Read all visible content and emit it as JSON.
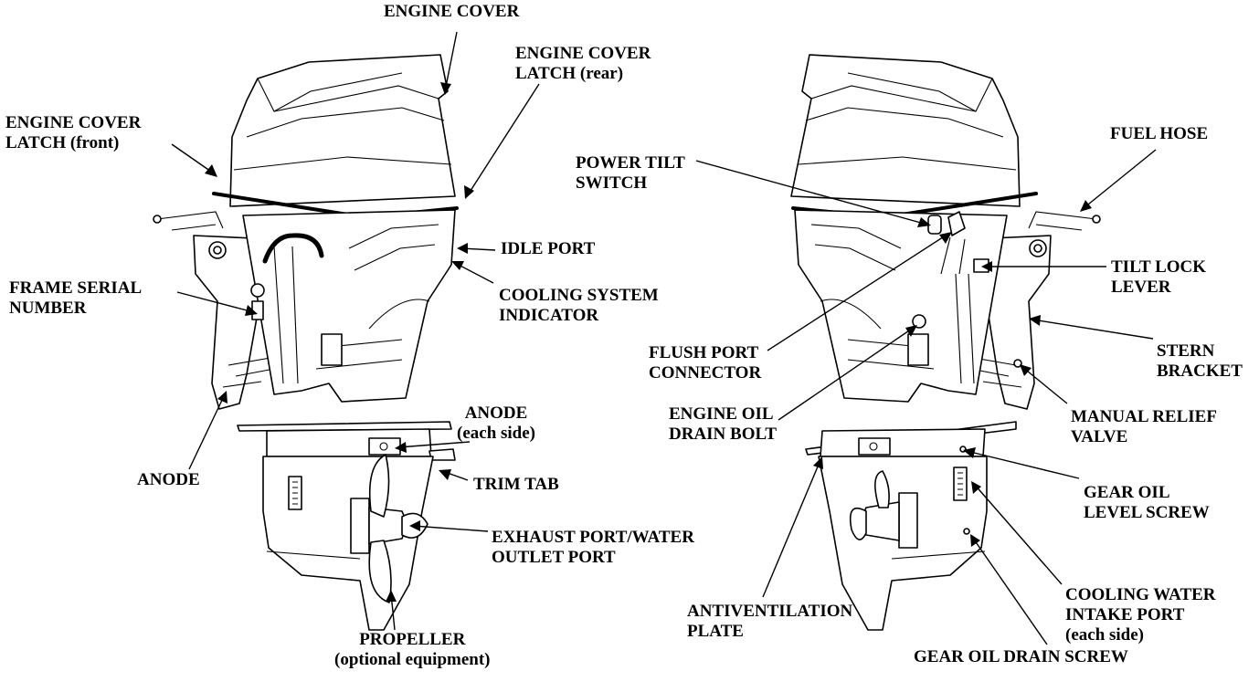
{
  "colors": {
    "ink": "#000000",
    "background": "#ffffff"
  },
  "left_view": {
    "engine_cover": "ENGINE COVER",
    "engine_cover_latch_rear": [
      "ENGINE COVER",
      "LATCH (rear)"
    ],
    "engine_cover_latch_front": [
      "ENGINE COVER",
      "LATCH (front)"
    ],
    "idle_port": "IDLE PORT",
    "cooling_system_indicator": [
      "COOLING SYSTEM",
      "INDICATOR"
    ],
    "frame_serial_number": [
      "FRAME SERIAL",
      "NUMBER"
    ],
    "anode_each_side": [
      "ANODE",
      "(each side)"
    ],
    "anode": "ANODE",
    "trim_tab": "TRIM TAB",
    "exhaust_port": [
      "EXHAUST PORT/WATER",
      "OUTLET PORT"
    ],
    "propeller": [
      "PROPELLER",
      "(optional equipment)"
    ]
  },
  "right_view": {
    "fuel_hose": "FUEL HOSE",
    "power_tilt_switch": [
      "POWER TILT",
      "SWITCH"
    ],
    "tilt_lock_lever": [
      "TILT LOCK",
      "LEVER"
    ],
    "flush_port_connector": [
      "FLUSH PORT",
      "CONNECTOR"
    ],
    "stern_bracket": [
      "STERN",
      "BRACKET"
    ],
    "engine_oil_drain_bolt": [
      "ENGINE OIL",
      "DRAIN BOLT"
    ],
    "manual_relief_valve": [
      "MANUAL RELIEF",
      "VALVE"
    ],
    "gear_oil_level_screw": [
      "GEAR OIL",
      "LEVEL SCREW"
    ],
    "antiventilation_plate": [
      "ANTIVENTILATION",
      "PLATE"
    ],
    "cooling_water_intake_port": [
      "COOLING WATER",
      "INTAKE PORT",
      "(each side)"
    ],
    "gear_oil_drain_screw": "GEAR OIL DRAIN SCREW"
  }
}
